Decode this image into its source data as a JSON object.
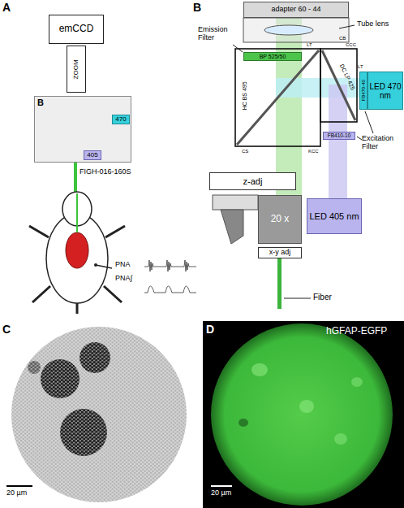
{
  "diagram": {
    "nodes": [
      {
        "text": [
          "emCCD"
        ]
      },
      {
        "text": [
          "ZOOM"
        ]
      },
      {
        "text": [
          "B"
        ]
      },
      {
        "text": [
          "470"
        ],
        "in": 2
      },
      {
        "text": [
          "405"
        ],
        "in": 2
      },
      {
        "text": [
          "adapter 60 - 44"
        ]
      },
      {
        "text": [
          "BP 525/50"
        ]
      },
      {
        "text": [
          "FB470-40"
        ]
      },
      {
        "text": [
          "LED 470 nm"
        ]
      },
      {
        "text": [
          "FB410-10"
        ]
      },
      {
        "text": [
          "z-adj"
        ]
      },
      {
        "text": [
          "20 x"
        ]
      },
      {
        "text": [
          "LED 405 nm"
        ]
      },
      {
        "text": [
          "x-y adj"
        ]
      }
    ],
    "labels": [
      "A",
      "FIGH-016-160S",
      "PNA",
      "PNA∫",
      "B",
      "Tube lens",
      "CB",
      "Emission Filter",
      "LT",
      "CCC",
      "HC BS 495",
      "DC LP 425",
      "LT",
      "Excitation Filter",
      "CS",
      "KCC",
      "Fiber",
      "C",
      "20 µm",
      "D",
      "hGFAP-EGFP",
      "20 µm"
    ]
  }
}
